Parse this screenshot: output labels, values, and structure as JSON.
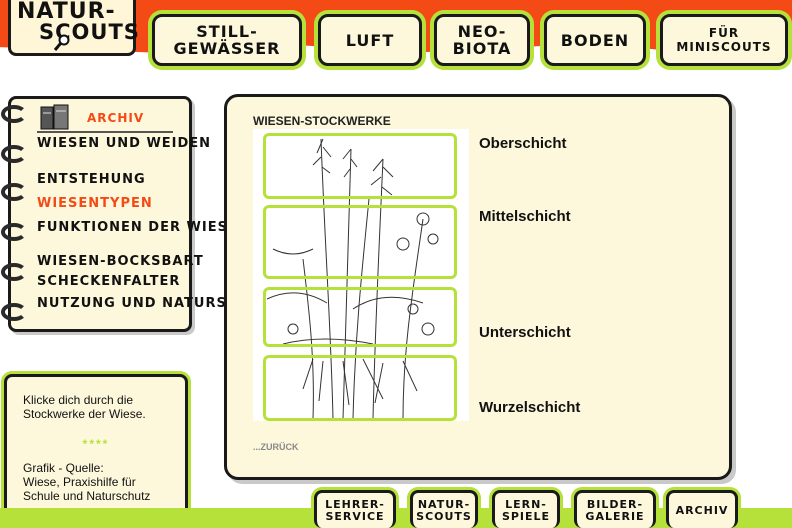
{
  "logo": {
    "line1": "NATUR-",
    "line2": "SCOUTS",
    "icon": "magnifier-icon"
  },
  "nav": [
    {
      "label": "STILL-GEWÄSSER"
    },
    {
      "label": "LUFT"
    },
    {
      "label": "NEO-BIOTA"
    },
    {
      "label": "BODEN"
    },
    {
      "label": "FÜR MINISCOUTS"
    }
  ],
  "sidebar": {
    "archiv": "ARCHIV",
    "items": [
      {
        "label": "WIESEN UND WEIDEN"
      },
      {
        "label": "ENTSTEHUNG"
      },
      {
        "label": "WIESENTYPEN"
      },
      {
        "label": "FUNKTIONEN DER WIESEN"
      },
      {
        "label": "WIESEN-BOCKSBART"
      },
      {
        "label": "SCHECKENFALTER"
      },
      {
        "label": "NUTZUNG UND NATURSCHUTZ"
      }
    ]
  },
  "info": {
    "text": "Klicke dich durch die Stockwerke der Wiese.",
    "stars": "****",
    "source_label": "Grafik - Quelle:",
    "source": "Wiese, Praxishilfe für Schule und Naturschutz"
  },
  "main": {
    "title": "WIESEN-STOCKWERKE",
    "layers": [
      "Oberschicht",
      "Mittelschicht",
      "Unterschicht",
      "Wurzelschicht"
    ],
    "back": "...ZURÜCK"
  },
  "footer": [
    {
      "label": "LEHRER-SERVICE"
    },
    {
      "label": "NATUR-SCOUTS"
    },
    {
      "label": "LERN-SPIELE"
    },
    {
      "label": "BILDER-GALERIE"
    },
    {
      "label": "ARCHIV"
    }
  ],
  "colors": {
    "accent": "#f44a16",
    "green": "#b6e13a",
    "paper": "#fdf8dc"
  }
}
